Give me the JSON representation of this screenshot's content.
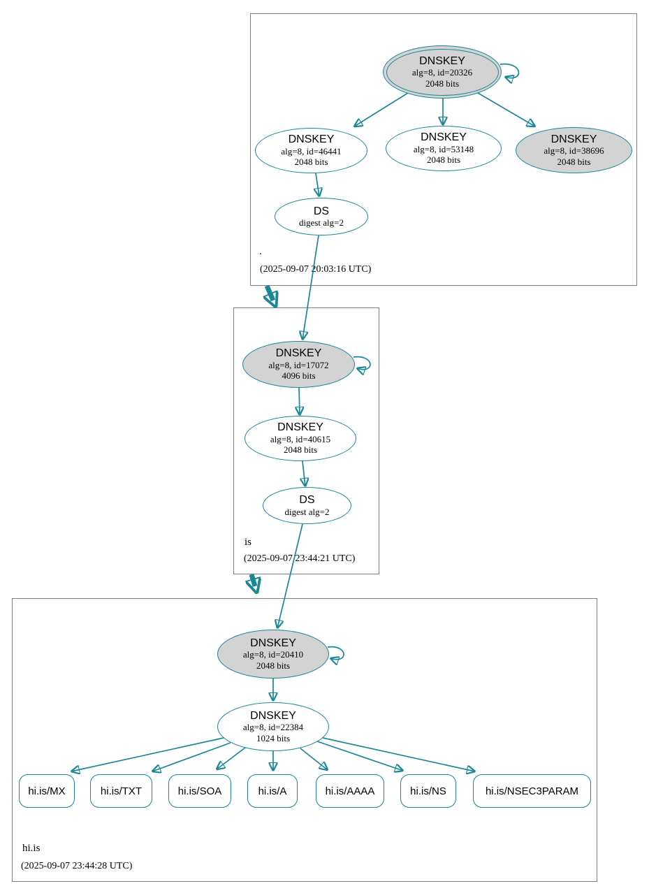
{
  "colors": {
    "edge": "#1a8698",
    "ksk_fill": "#d3d3d3",
    "node_fill": "#ffffff",
    "zone_border": "#808080",
    "background": "#ffffff",
    "text": "#000000"
  },
  "zones": [
    {
      "label": ".",
      "timestamp": "(2025-09-07 20:03:16 UTC)",
      "nodes": {
        "ksk": {
          "title": "DNSKEY",
          "detail": "alg=8, id=20326",
          "bits": "2048 bits"
        },
        "zsk1": {
          "title": "DNSKEY",
          "detail": "alg=8, id=46441",
          "bits": "2048 bits"
        },
        "zsk2": {
          "title": "DNSKEY",
          "detail": "alg=8, id=53148",
          "bits": "2048 bits"
        },
        "ksk2": {
          "title": "DNSKEY",
          "detail": "alg=8, id=38696",
          "bits": "2048 bits"
        },
        "ds": {
          "title": "DS",
          "detail": "digest alg=2"
        }
      }
    },
    {
      "label": "is",
      "timestamp": "(2025-09-07 23:44:21 UTC)",
      "nodes": {
        "ksk": {
          "title": "DNSKEY",
          "detail": "alg=8, id=17072",
          "bits": "4096 bits"
        },
        "zsk": {
          "title": "DNSKEY",
          "detail": "alg=8, id=40615",
          "bits": "2048 bits"
        },
        "ds": {
          "title": "DS",
          "detail": "digest alg=2"
        }
      }
    },
    {
      "label": "hi.is",
      "timestamp": "(2025-09-07 23:44:28 UTC)",
      "nodes": {
        "ksk": {
          "title": "DNSKEY",
          "detail": "alg=8, id=20410",
          "bits": "2048 bits"
        },
        "zsk": {
          "title": "DNSKEY",
          "detail": "alg=8, id=22384",
          "bits": "1024 bits"
        }
      },
      "rrsets": [
        "hi.is/MX",
        "hi.is/TXT",
        "hi.is/SOA",
        "hi.is/A",
        "hi.is/AAAA",
        "hi.is/NS",
        "hi.is/NSEC3PARAM"
      ]
    }
  ],
  "edges": [
    "root.ksk20326 -> root.ksk20326 (self)",
    "root.ksk20326 -> root.dnskey46441",
    "root.ksk20326 -> root.dnskey53148",
    "root.ksk20326 -> root.dnskey38696",
    "root.dnskey46441 -> root.ds",
    "root.ds -> is.ksk17072",
    "root -> is (zone delegation)",
    "is.ksk17072 -> is.ksk17072 (self)",
    "is.ksk17072 -> is.dnskey40615",
    "is.dnskey40615 -> is.ds",
    "is.ds -> hi.is.ksk20410",
    "is -> hi.is (zone delegation)",
    "hi.is.ksk20410 -> hi.is.ksk20410 (self)",
    "hi.is.ksk20410 -> hi.is.dnskey22384",
    "hi.is.dnskey22384 -> hi.is/MX",
    "hi.is.dnskey22384 -> hi.is/TXT",
    "hi.is.dnskey22384 -> hi.is/SOA",
    "hi.is.dnskey22384 -> hi.is/A",
    "hi.is.dnskey22384 -> hi.is/AAAA",
    "hi.is.dnskey22384 -> hi.is/NS",
    "hi.is.dnskey22384 -> hi.is/NSEC3PARAM"
  ]
}
